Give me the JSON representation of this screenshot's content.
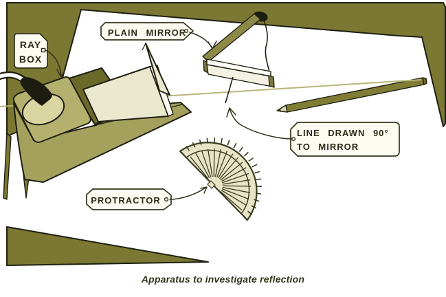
{
  "figure": {
    "caption": "Apparatus to investigate reflection",
    "labels": {
      "ray_box": [
        "RAY",
        "BOX"
      ],
      "plain_mirror": "PLAIN MIRROR",
      "line_drawn_90": [
        "LINE DRAWN 90°",
        "TO MIRROR"
      ],
      "protractor": "PROTRACTOR"
    },
    "colors": {
      "table": "#7b7833",
      "outline": "#1f1f12",
      "paper": "#ffffff",
      "label_bg": "#fcfbf1",
      "label_line": "#33331c",
      "label_text": "#2c2c18",
      "caption_text": "#32321a",
      "box_top": "#b4b06e",
      "box_oval": "#d9d6a2",
      "box_dark": "#6b692a",
      "box_base": "#a4a15d",
      "ramp": "#eae8ce",
      "screen": "#fbfaf2",
      "mirror_top": "#fdfcf6",
      "mirror_face": "#f3f2e2",
      "mirror_cap": "#7c7940",
      "strut": "#8d8a48",
      "cord_dark": "#1c1c10",
      "cord_light": "#ffffff",
      "pencil_body": "#7f7c35",
      "pencil_wood": "#ddd9ae",
      "pencil_lead": "#33331c",
      "pencil_highlight": "#b8b577",
      "protractor_fill": "#e7e5c6",
      "protractor_line": "#3c3c22"
    }
  }
}
